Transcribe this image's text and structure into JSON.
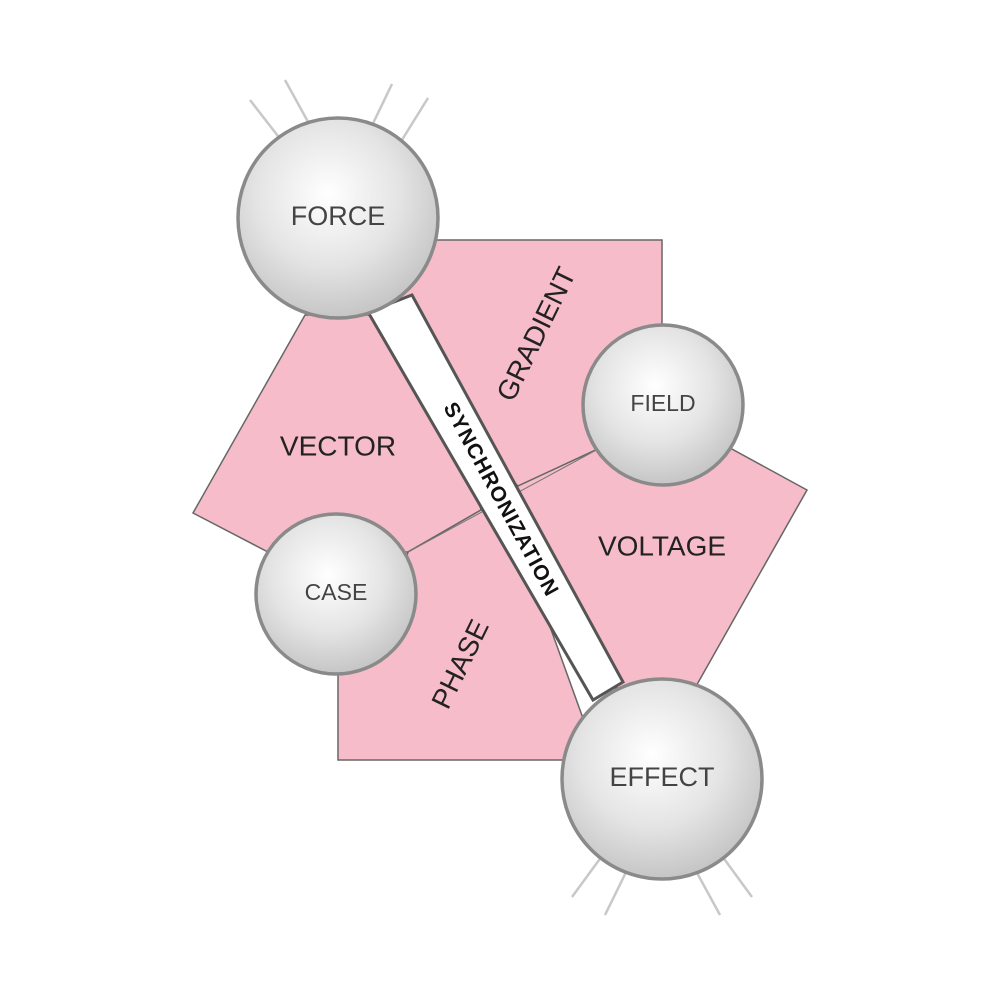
{
  "colors": {
    "region_fill": "#f6bcca",
    "node_fill_light": "#ffffff",
    "node_fill_dark": "#c2c2c2",
    "node_outline": "#8a8a8a",
    "band_outline": "#555555",
    "road_line": "#c8c8c8"
  },
  "nodes": {
    "force": "FORCE",
    "field": "FIELD",
    "case": "CASE",
    "effect": "EFFECT"
  },
  "regions": {
    "gradient": "GRADIENT",
    "vector": "VECTOR",
    "voltage": "VOLTAGE",
    "phase": "PHASE"
  },
  "band": {
    "label": "SYNCHRONIZATION"
  }
}
